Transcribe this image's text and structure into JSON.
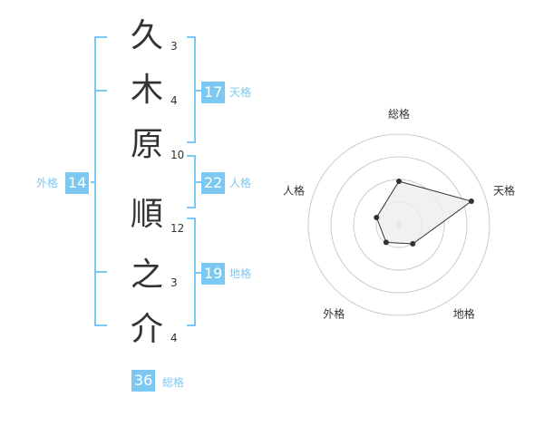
{
  "name_chars": [
    {
      "char": "久",
      "strokes": "3"
    },
    {
      "char": "木",
      "strokes": "4"
    },
    {
      "char": "原",
      "strokes": "10"
    },
    {
      "char": "順",
      "strokes": "12"
    },
    {
      "char": "之",
      "strokes": "3"
    },
    {
      "char": "介",
      "strokes": "4"
    }
  ],
  "fortunes": {
    "tenkaku": {
      "label": "天格",
      "value": "17"
    },
    "jinkaku": {
      "label": "人格",
      "value": "22"
    },
    "chikaku": {
      "label": "地格",
      "value": "19"
    },
    "gaikaku": {
      "label": "外格",
      "value": "14"
    },
    "soukaku": {
      "label": "総格",
      "value": "36"
    }
  },
  "chart_data": {
    "type": "radar",
    "axes": [
      "総格",
      "天格",
      "地格",
      "外格",
      "人格"
    ],
    "values": [
      0.48,
      0.84,
      0.26,
      0.24,
      0.26
    ],
    "rings": 4,
    "colors": {
      "accent": "#7dc8f2",
      "ring": "#cccccc",
      "fill": "#eeeeee",
      "line": "#333333"
    }
  }
}
